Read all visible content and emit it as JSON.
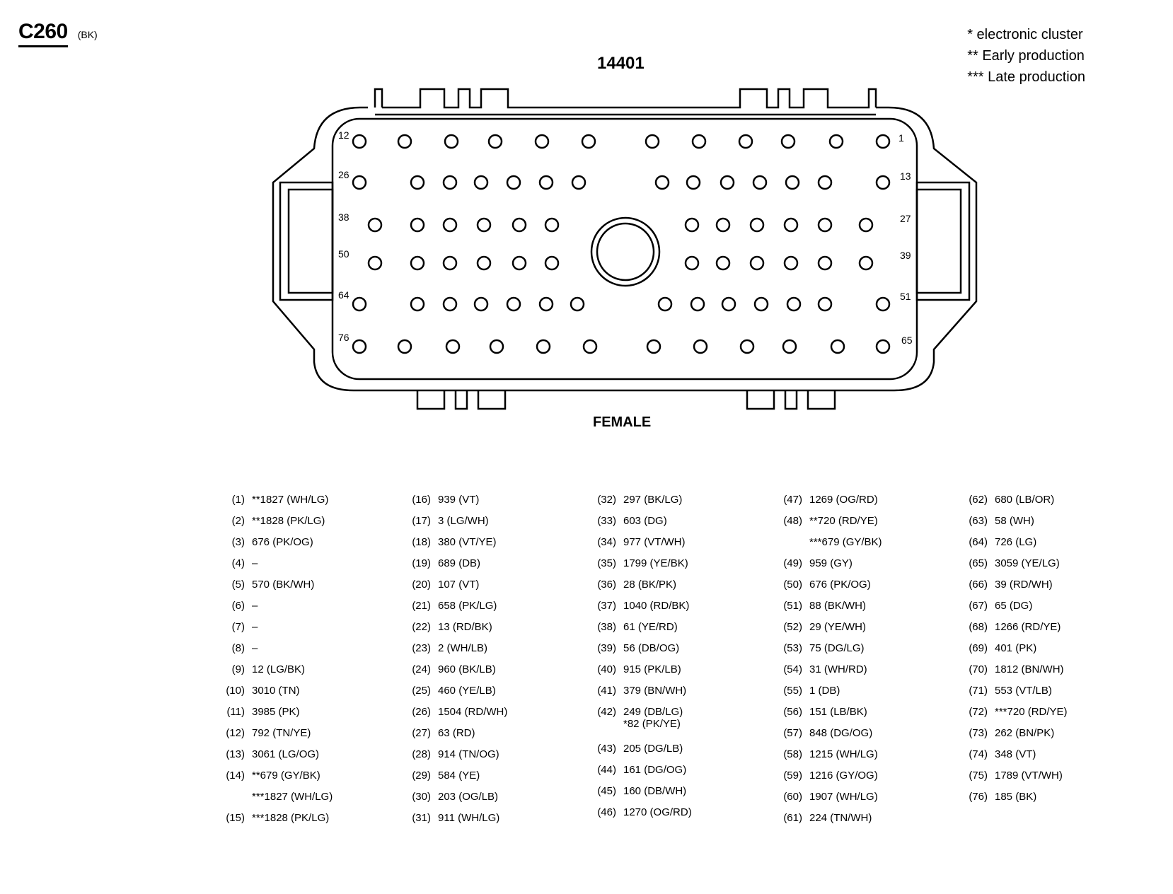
{
  "connector": {
    "id": "C260",
    "color": "(BK)",
    "part_number": "14401",
    "gender": "FEMALE"
  },
  "legend": [
    "* electronic cluster",
    "** Early production",
    "*** Late production"
  ],
  "cavity_labels": [
    "12",
    "1",
    "26",
    "13",
    "38",
    "27",
    "50",
    "39",
    "64",
    "51",
    "76",
    "65"
  ],
  "columns": [
    [
      {
        "pin": "(1)",
        "circuits": [
          "**1827 (WH/LG)"
        ]
      },
      {
        "pin": "(2)",
        "circuits": [
          "**1828 (PK/LG)"
        ]
      },
      {
        "pin": "(3)",
        "circuits": [
          "676 (PK/OG)"
        ]
      },
      {
        "pin": "(4)",
        "circuits": [
          "–"
        ]
      },
      {
        "pin": "(5)",
        "circuits": [
          "570 (BK/WH)"
        ]
      },
      {
        "pin": "(6)",
        "circuits": [
          "–"
        ]
      },
      {
        "pin": "(7)",
        "circuits": [
          "–"
        ]
      },
      {
        "pin": "(8)",
        "circuits": [
          "–"
        ]
      },
      {
        "pin": "(9)",
        "circuits": [
          "12 (LG/BK)"
        ]
      },
      {
        "pin": "(10)",
        "circuits": [
          "3010 (TN)"
        ]
      },
      {
        "pin": "(11)",
        "circuits": [
          "3985 (PK)"
        ]
      },
      {
        "pin": "(12)",
        "circuits": [
          "792 (TN/YE)"
        ]
      },
      {
        "pin": "(13)",
        "circuits": [
          "3061 (LG/OG)"
        ]
      },
      {
        "pin": "(14)",
        "circuits": [
          "**679 (GY/BK)"
        ]
      },
      {
        "pin": "",
        "circuits": [
          "***1827 (WH/LG)"
        ]
      },
      {
        "pin": "(15)",
        "circuits": [
          "***1828 (PK/LG)"
        ]
      }
    ],
    [
      {
        "pin": "(16)",
        "circuits": [
          "939 (VT)"
        ]
      },
      {
        "pin": "(17)",
        "circuits": [
          "3 (LG/WH)"
        ]
      },
      {
        "pin": "(18)",
        "circuits": [
          "380 (VT/YE)"
        ]
      },
      {
        "pin": "(19)",
        "circuits": [
          "689 (DB)"
        ]
      },
      {
        "pin": "(20)",
        "circuits": [
          "107 (VT)"
        ]
      },
      {
        "pin": "(21)",
        "circuits": [
          "658 (PK/LG)"
        ]
      },
      {
        "pin": "(22)",
        "circuits": [
          "13 (RD/BK)"
        ]
      },
      {
        "pin": "(23)",
        "circuits": [
          "2 (WH/LB)"
        ]
      },
      {
        "pin": "(24)",
        "circuits": [
          "960 (BK/LB)"
        ]
      },
      {
        "pin": "(25)",
        "circuits": [
          "460 (YE/LB)"
        ]
      },
      {
        "pin": "(26)",
        "circuits": [
          "1504 (RD/WH)"
        ]
      },
      {
        "pin": "(27)",
        "circuits": [
          "63 (RD)"
        ]
      },
      {
        "pin": "(28)",
        "circuits": [
          "914 (TN/OG)"
        ]
      },
      {
        "pin": "(29)",
        "circuits": [
          "584 (YE)"
        ]
      },
      {
        "pin": "(30)",
        "circuits": [
          "203 (OG/LB)"
        ]
      },
      {
        "pin": "(31)",
        "circuits": [
          "911 (WH/LG)"
        ]
      }
    ],
    [
      {
        "pin": "(32)",
        "circuits": [
          "297 (BK/LG)"
        ]
      },
      {
        "pin": "(33)",
        "circuits": [
          "603 (DG)"
        ]
      },
      {
        "pin": "(34)",
        "circuits": [
          "977 (VT/WH)"
        ]
      },
      {
        "pin": "(35)",
        "circuits": [
          "1799 (YE/BK)"
        ]
      },
      {
        "pin": "(36)",
        "circuits": [
          "28 (BK/PK)"
        ]
      },
      {
        "pin": "(37)",
        "circuits": [
          "1040 (RD/BK)"
        ]
      },
      {
        "pin": "(38)",
        "circuits": [
          "61 (YE/RD)"
        ]
      },
      {
        "pin": "(39)",
        "circuits": [
          "56 (DB/OG)"
        ]
      },
      {
        "pin": "(40)",
        "circuits": [
          "915 (PK/LB)"
        ]
      },
      {
        "pin": "(41)",
        "circuits": [
          "379 (BN/WH)"
        ]
      },
      {
        "pin": "(42)",
        "circuits": [
          "249 (DB/LG)",
          "*82 (PK/YE)"
        ]
      },
      {
        "pin": "(43)",
        "circuits": [
          "205 (DG/LB)"
        ]
      },
      {
        "pin": "(44)",
        "circuits": [
          "161 (DG/OG)"
        ]
      },
      {
        "pin": "(45)",
        "circuits": [
          "160 (DB/WH)"
        ]
      },
      {
        "pin": "(46)",
        "circuits": [
          "1270 (OG/RD)"
        ]
      }
    ],
    [
      {
        "pin": "(47)",
        "circuits": [
          "1269 (OG/RD)"
        ]
      },
      {
        "pin": "(48)",
        "circuits": [
          "**720 (RD/YE)"
        ]
      },
      {
        "pin": "",
        "circuits": [
          "***679 (GY/BK)"
        ]
      },
      {
        "pin": "(49)",
        "circuits": [
          "959 (GY)"
        ]
      },
      {
        "pin": "(50)",
        "circuits": [
          "676 (PK/OG)"
        ]
      },
      {
        "pin": "(51)",
        "circuits": [
          "88 (BK/WH)"
        ]
      },
      {
        "pin": "(52)",
        "circuits": [
          "29 (YE/WH)"
        ]
      },
      {
        "pin": "(53)",
        "circuits": [
          "75 (DG/LG)"
        ]
      },
      {
        "pin": "(54)",
        "circuits": [
          "31 (WH/RD)"
        ]
      },
      {
        "pin": "(55)",
        "circuits": [
          "1 (DB)"
        ]
      },
      {
        "pin": "(56)",
        "circuits": [
          "151 (LB/BK)"
        ]
      },
      {
        "pin": "(57)",
        "circuits": [
          "848 (DG/OG)"
        ]
      },
      {
        "pin": "(58)",
        "circuits": [
          "1215 (WH/LG)"
        ]
      },
      {
        "pin": "(59)",
        "circuits": [
          "1216 (GY/OG)"
        ]
      },
      {
        "pin": "(60)",
        "circuits": [
          "1907 (WH/LG)"
        ]
      },
      {
        "pin": "(61)",
        "circuits": [
          "224 (TN/WH)"
        ]
      }
    ],
    [
      {
        "pin": "(62)",
        "circuits": [
          "680 (LB/OR)"
        ]
      },
      {
        "pin": "(63)",
        "circuits": [
          "58 (WH)"
        ]
      },
      {
        "pin": "(64)",
        "circuits": [
          "726 (LG)"
        ]
      },
      {
        "pin": "(65)",
        "circuits": [
          "3059 (YE/LG)"
        ]
      },
      {
        "pin": "(66)",
        "circuits": [
          "39 (RD/WH)"
        ]
      },
      {
        "pin": "(67)",
        "circuits": [
          "65 (DG)"
        ]
      },
      {
        "pin": "(68)",
        "circuits": [
          "1266 (RD/YE)"
        ]
      },
      {
        "pin": "(69)",
        "circuits": [
          "401 (PK)"
        ]
      },
      {
        "pin": "(70)",
        "circuits": [
          "1812 (BN/WH)"
        ]
      },
      {
        "pin": "(71)",
        "circuits": [
          "553 (VT/LB)"
        ]
      },
      {
        "pin": "(72)",
        "circuits": [
          "***720 (RD/YE)"
        ]
      },
      {
        "pin": "(73)",
        "circuits": [
          "262 (BN/PK)"
        ]
      },
      {
        "pin": "(74)",
        "circuits": [
          "348 (VT)"
        ]
      },
      {
        "pin": "(75)",
        "circuits": [
          "1789 (VT/WH)"
        ]
      },
      {
        "pin": "(76)",
        "circuits": [
          "185 (BK)"
        ]
      }
    ]
  ]
}
